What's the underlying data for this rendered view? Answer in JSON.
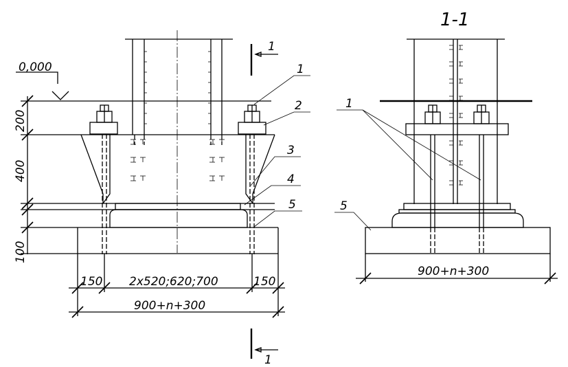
{
  "section_title": "1-1",
  "elevation_label": "0,000",
  "section_mark": "1",
  "dims": {
    "d200": "200",
    "d400": "400",
    "d100": "100",
    "d150_left": "150",
    "d_mid": "2x520;620;700",
    "d150_right": "150",
    "d_total": "900+n+300",
    "d_total_section": "900+n+300"
  },
  "callouts": {
    "c1": "1",
    "c2": "2",
    "c3": "3",
    "c4": "4",
    "c5": "5",
    "c1_section": "1",
    "c5_section": "5"
  }
}
